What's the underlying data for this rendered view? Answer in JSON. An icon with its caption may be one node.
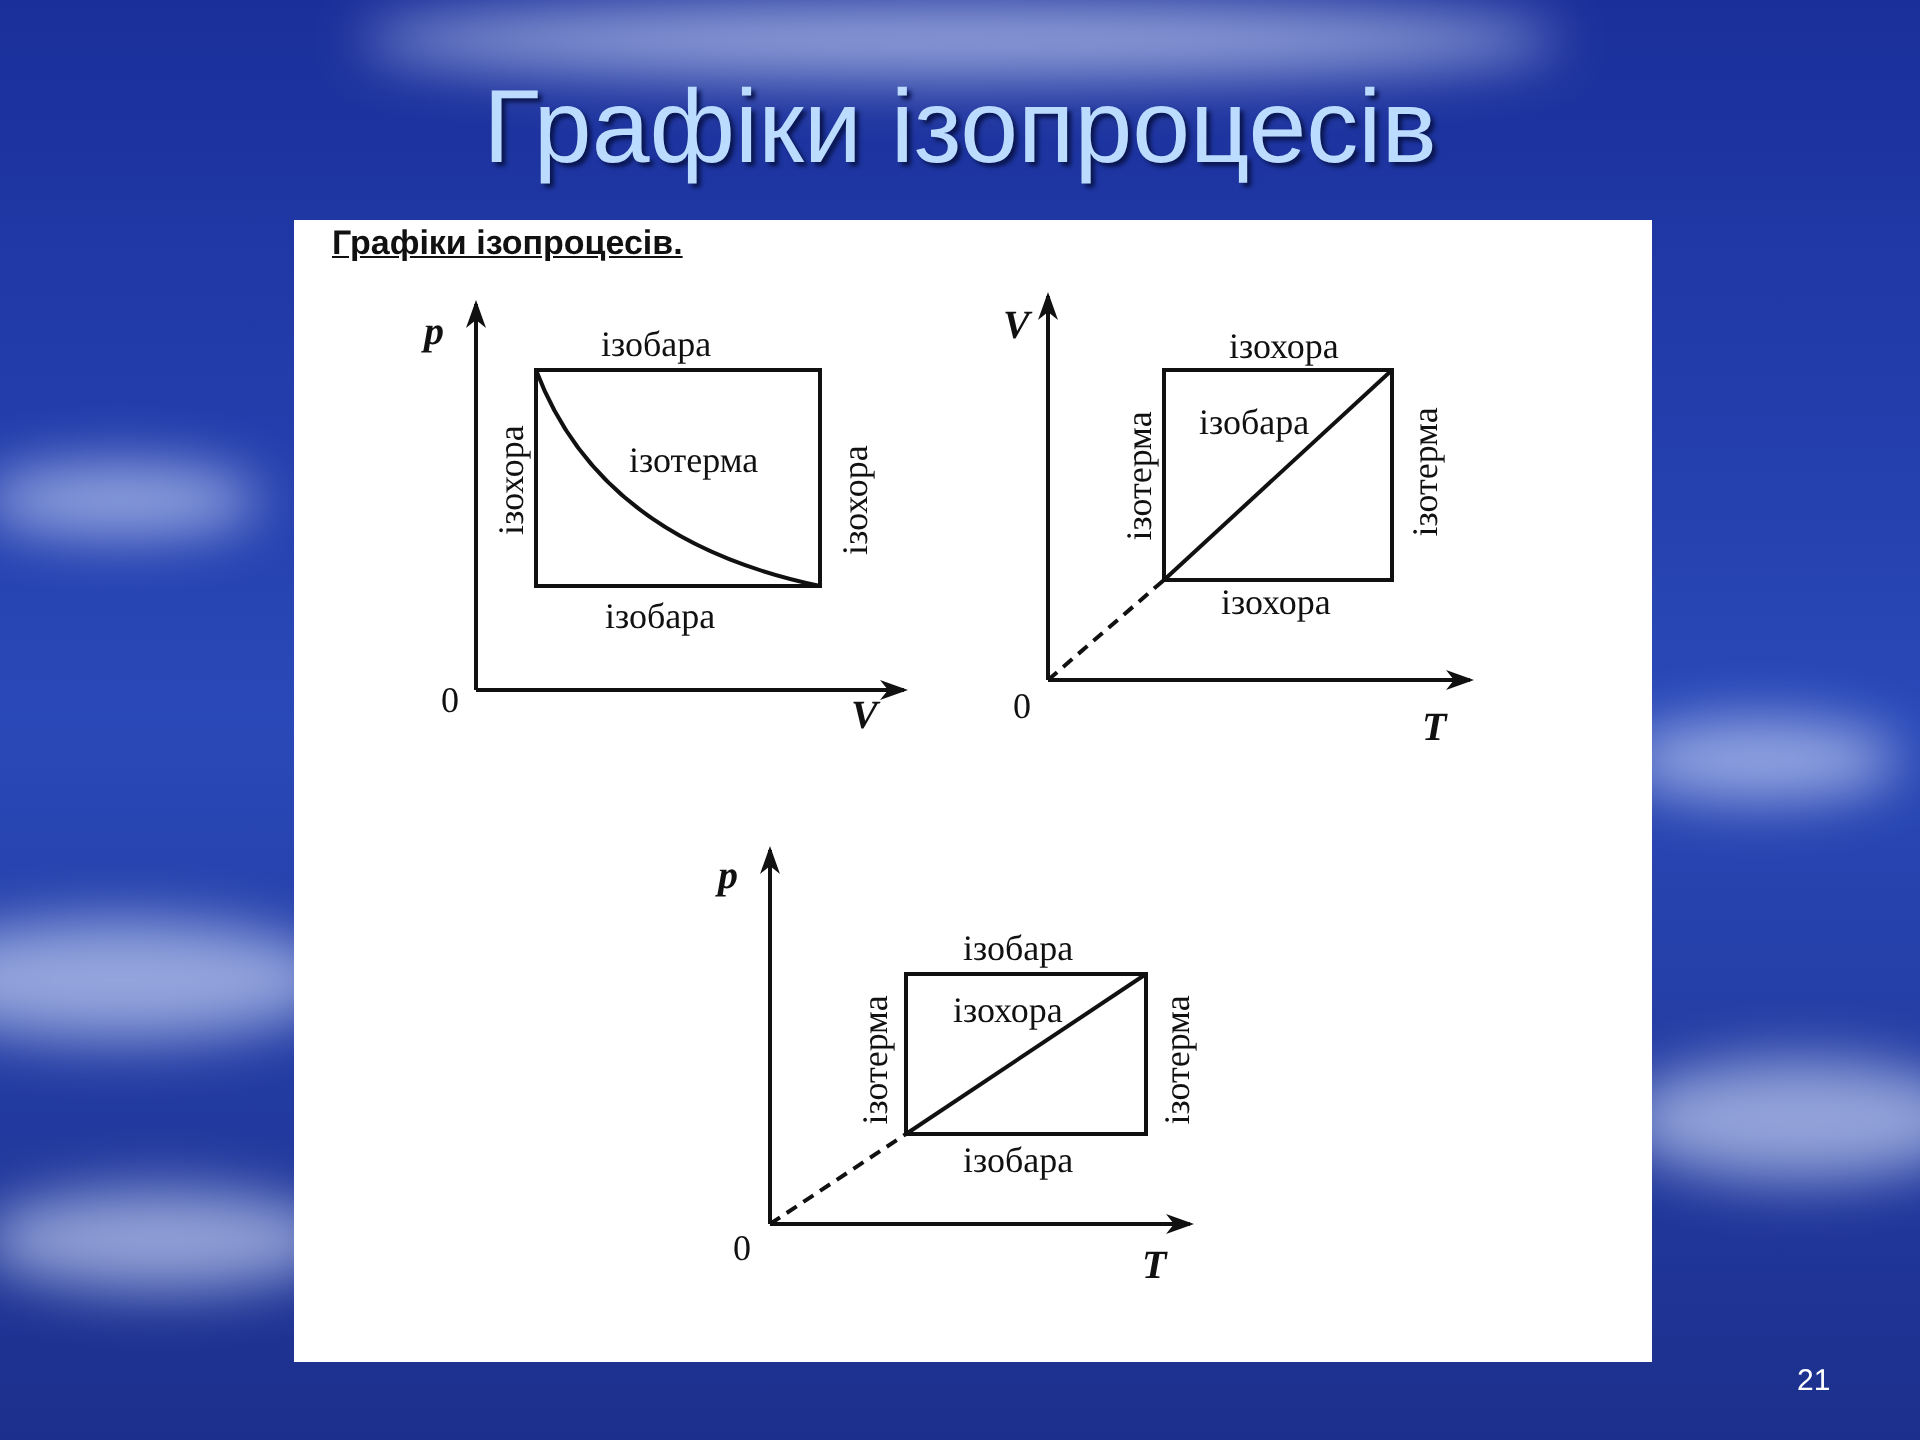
{
  "diagram": {
    "title": "Графіки ізопроцесів",
    "labels": [
      "Графіки ізопроцесів.",
      "p",
      "ізобара",
      "ізохора",
      "ізотерма",
      "ізохора",
      "ізобара",
      "0",
      "V",
      "V",
      "ізохора",
      "ізобара",
      "ізотерма",
      "ізотерма",
      "ізохора",
      "0",
      "T",
      "p",
      "ізобара",
      "ізохора",
      "ізотерма",
      "ізотерма",
      "ізобара",
      "0",
      "T",
      "21"
    ]
  }
}
